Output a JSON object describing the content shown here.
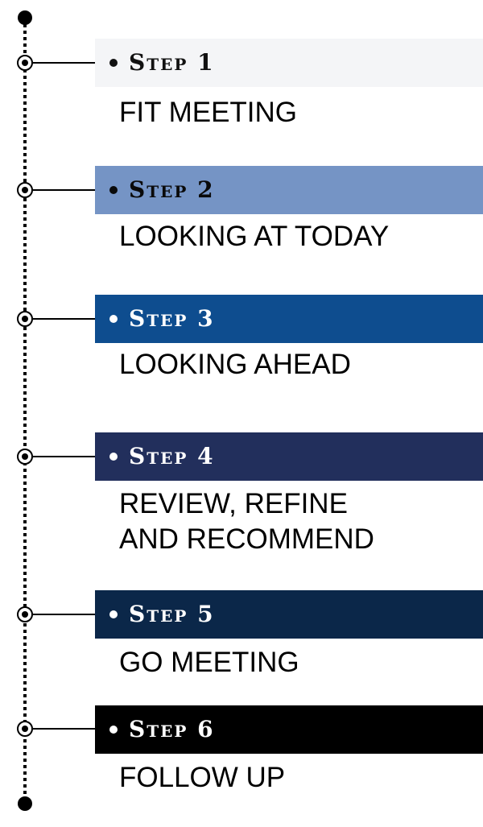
{
  "steps": [
    {
      "label": "Step 1",
      "lines": [
        "FIT MEETING"
      ]
    },
    {
      "label": "Step 2",
      "lines": [
        "LOOKING AT TODAY"
      ]
    },
    {
      "label": "Step 3",
      "lines": [
        "LOOKING AHEAD"
      ]
    },
    {
      "label": "Step 4",
      "lines": [
        "REVIEW, REFINE",
        "AND RECOMMEND"
      ]
    },
    {
      "label": "Step 5",
      "lines": [
        "GO MEETING"
      ]
    },
    {
      "label": "Step 6",
      "lines": [
        "FOLLOW UP"
      ]
    }
  ],
  "colors": {
    "step1_band": "#f4f5f7",
    "step2_band": "#7594c5",
    "step3_band": "#0e4d8f",
    "step4_band": "#222f5c",
    "step5_band": "#0b2749",
    "step6_band": "#000000"
  }
}
